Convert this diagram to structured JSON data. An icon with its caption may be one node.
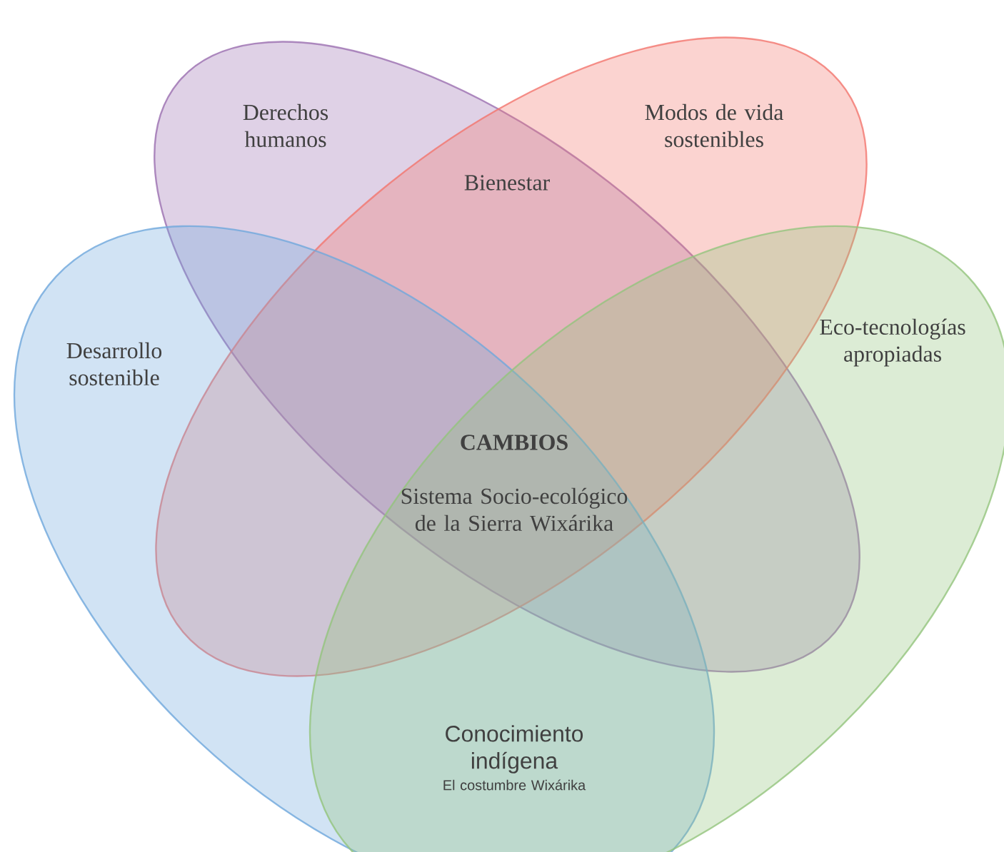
{
  "diagram": {
    "nodes": [
      {
        "text": [
          "Derechos humanos"
        ]
      },
      {
        "text": [
          "Modos de vida sostenibles"
        ]
      },
      {
        "text": [
          "Desarrollo sostenible"
        ]
      },
      {
        "text": [
          "Eco-tecnologías apropiadas"
        ]
      }
    ],
    "edges": [],
    "labels": [
      "Bienestar",
      "CAMBIOS",
      "Sistema Socio-ecológico de la Sierra Wixárika",
      "Conocimiento indígena",
      "El costumbre Wixárika"
    ]
  }
}
